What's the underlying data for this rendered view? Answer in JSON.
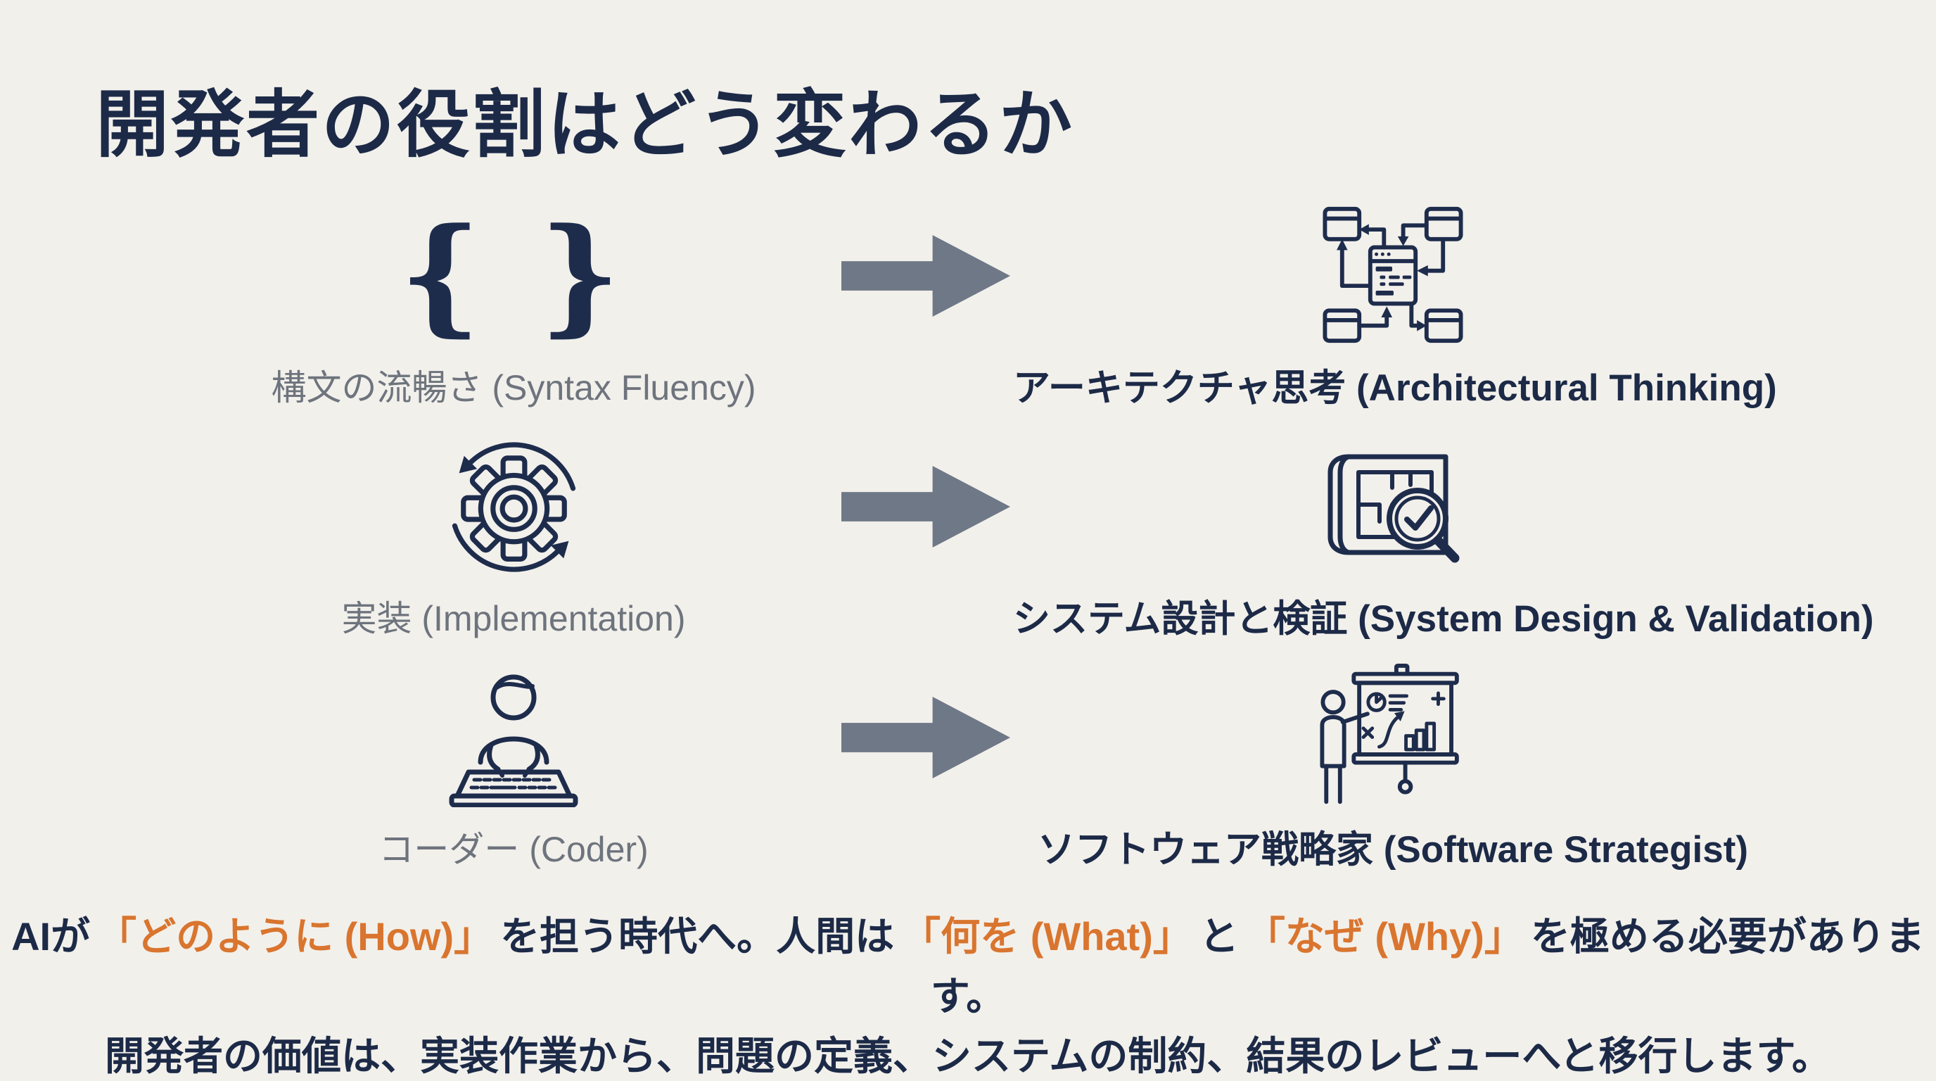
{
  "slide": {
    "title": "開発者の役割はどう変わるか",
    "rows": [
      {
        "from_icon": "curly-braces",
        "from_icon_glyph": "{ }",
        "from_label": "構文の流暢さ (Syntax Fluency)",
        "to_icon": "architecture-diagram",
        "to_label": "アーキテクチャ思考 (Architectural Thinking)"
      },
      {
        "from_icon": "gear-sync",
        "from_label": "実装 (Implementation)",
        "to_icon": "blueprint-validation",
        "to_label": "システム設計と検証 (System Design & Validation)"
      },
      {
        "from_icon": "coder-typing",
        "from_label": "コーダー (Coder)",
        "to_icon": "presenter-strategy",
        "to_label": "ソフトウェア戦略家 (Software Strategist)"
      }
    ],
    "footer": {
      "line1": [
        {
          "text": "AIが",
          "highlight": false
        },
        {
          "text": "「どのように (How)」",
          "highlight": true
        },
        {
          "text": "を担う時代へ。人間は",
          "highlight": false
        },
        {
          "text": "「何を (What)」",
          "highlight": true
        },
        {
          "text": "と",
          "highlight": false
        },
        {
          "text": "「なぜ (Why)」",
          "highlight": true
        },
        {
          "text": "を極める必要があります。",
          "highlight": false
        }
      ],
      "line2": "開発者の価値は、実装作業から、問題の定義、システムの制約、結果のレビューへと移行します。"
    },
    "colors": {
      "background": "#f2f0eb",
      "navy": "#1c2a47",
      "icon_stroke": "#1e2c4c",
      "gray_label": "#6e747d",
      "arrow_gray": "#6f7887",
      "highlight_orange": "#d9752f"
    }
  }
}
